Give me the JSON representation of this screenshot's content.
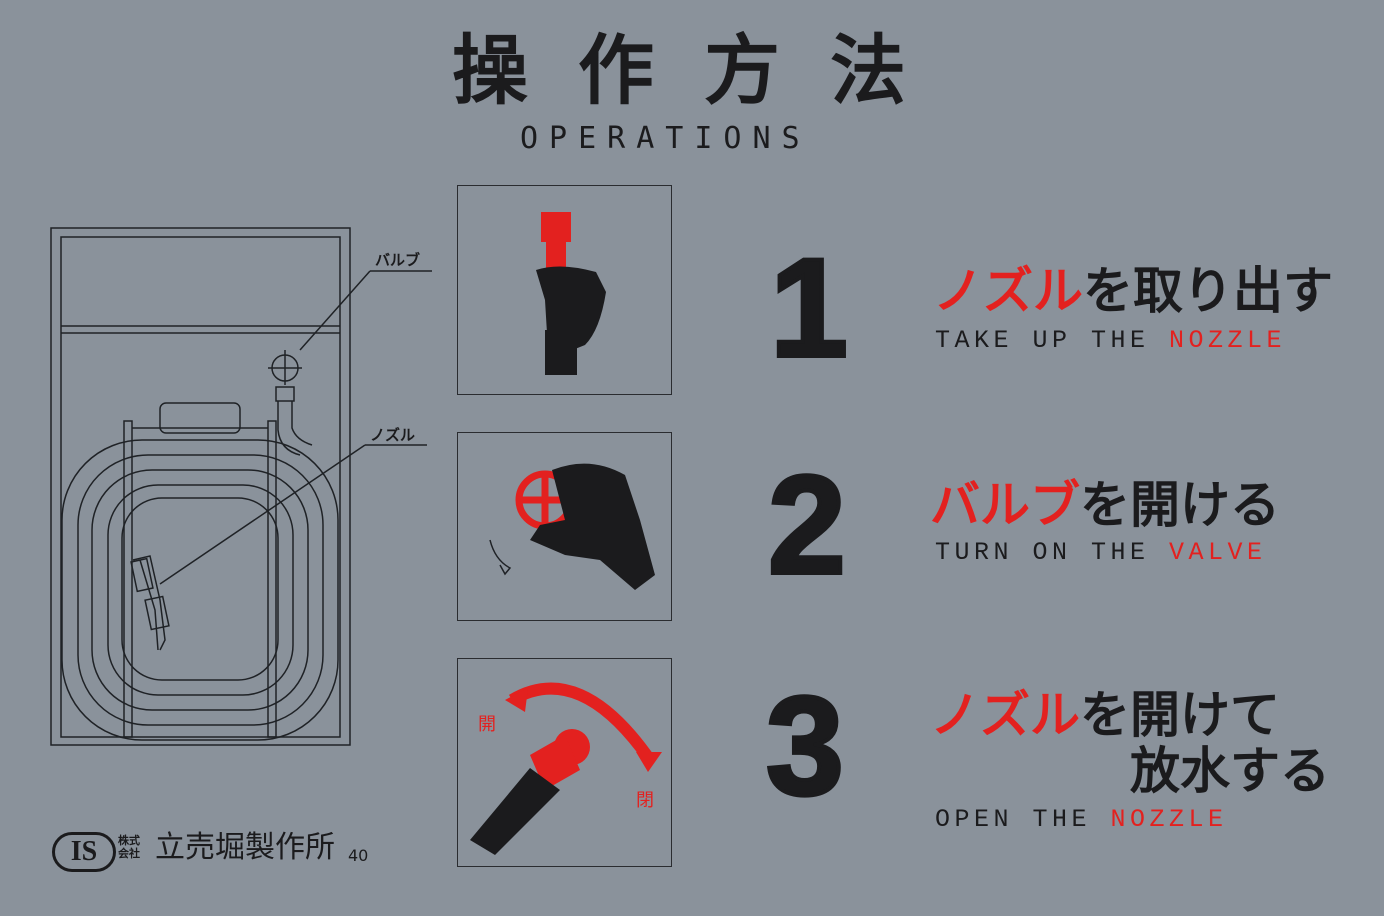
{
  "title": "操作方法",
  "subtitle": "OPERATIONS",
  "diagram": {
    "valve_label": "バルブ",
    "nozzle_label": "ノズル"
  },
  "steps": [
    {
      "number": "1",
      "jp_red": "ノズル",
      "jp_rest": "を取り出す",
      "en": "TAKE UP THE ",
      "en_red": "NOZZLE"
    },
    {
      "number": "2",
      "jp_red": "バルブ",
      "jp_rest": "を開ける",
      "en": "TURN ON THE ",
      "en_red": "VALVE"
    },
    {
      "number": "3",
      "jp_red": "ノズル",
      "jp_rest": "を開けて",
      "jp_line2": "放水する",
      "en": "OPEN THE ",
      "en_red": "NOZZLE"
    }
  ],
  "step3_panel": {
    "open_label": "開",
    "close_label": "閉"
  },
  "footer": {
    "logo": "IS",
    "company_prefix": "株式会社",
    "company": "立売堀製作所",
    "code": "40"
  },
  "colors": {
    "background": "#8a929b",
    "red": "#e3211f",
    "ink": "#1b1b1d"
  }
}
